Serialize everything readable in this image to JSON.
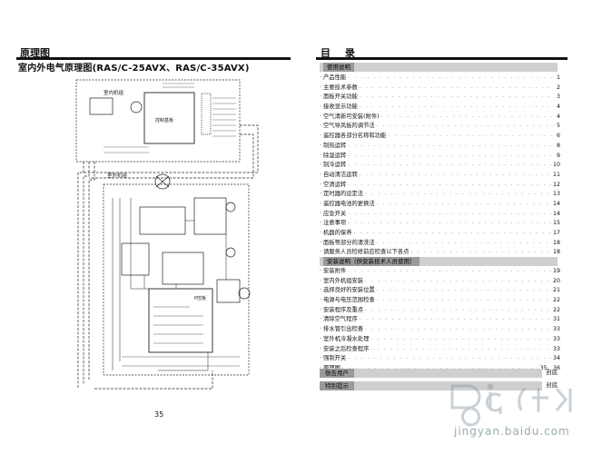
{
  "left": {
    "heading": "原理图",
    "subtitle": "室内外电气原理图(RAS/C-25AVX、RAS/C-35AVX)",
    "labels": {
      "indoor": "室内机组",
      "outdoor": "室外机组",
      "pcb": "控制基板",
      "ppcb": "P控板"
    },
    "page_number": "35"
  },
  "right": {
    "heading": "目 录",
    "section1": "使用说明",
    "items1": [
      {
        "title": "产品性能",
        "page": "1"
      },
      {
        "title": "主要技术参数",
        "page": "2"
      },
      {
        "title": "面板开关功能",
        "page": "3"
      },
      {
        "title": "接收显示功能",
        "page": "4"
      },
      {
        "title": "空气清新可安装(附件)",
        "page": "4"
      },
      {
        "title": "空气导风板的调节法",
        "page": "5"
      },
      {
        "title": "遥控器各部分名称和功能",
        "page": "6"
      },
      {
        "title": "制热运转",
        "page": "8"
      },
      {
        "title": "除湿运转",
        "page": "9"
      },
      {
        "title": "制冷运转",
        "page": "10"
      },
      {
        "title": "自动清洁运转",
        "page": "11"
      },
      {
        "title": "空清运转",
        "page": "12"
      },
      {
        "title": "定时器的设定法",
        "page": "13"
      },
      {
        "title": "遥控器电池的更换法",
        "page": "14"
      },
      {
        "title": "应急开关",
        "page": "14"
      },
      {
        "title": "注意事项",
        "page": "15"
      },
      {
        "title": "机器的保养",
        "page": "17"
      },
      {
        "title": "面板等部分的清洗法",
        "page": "18"
      },
      {
        "title": "请服务人员检修前应检查以下各点",
        "page": "18"
      }
    ],
    "section2": "安装说明（供安装技术人员使用）",
    "items2": [
      {
        "title": "安装附件",
        "page": "19"
      },
      {
        "title": "室内外机组安装",
        "page": "20"
      },
      {
        "title": "选择良好的安装位置",
        "page": "21"
      },
      {
        "title": "电源与电压范围检查",
        "page": "22"
      },
      {
        "title": "安装程序及重点",
        "page": "22"
      },
      {
        "title": "清除空气程序",
        "page": "31"
      },
      {
        "title": "排水管引出检查",
        "page": "33"
      },
      {
        "title": "室外机冷凝水处理",
        "page": "33"
      },
      {
        "title": "安装之后检查程序",
        "page": "33"
      },
      {
        "title": "强制开关",
        "page": "34"
      },
      {
        "title": "原理图",
        "page": "35、36"
      }
    ],
    "notice": {
      "label": "敬告用户",
      "page": "封底"
    },
    "special": {
      "label": "特别提示",
      "page": "封底"
    }
  },
  "watermark": {
    "text": "jingyan.baidu.com",
    "logo": "Baidu经验"
  }
}
